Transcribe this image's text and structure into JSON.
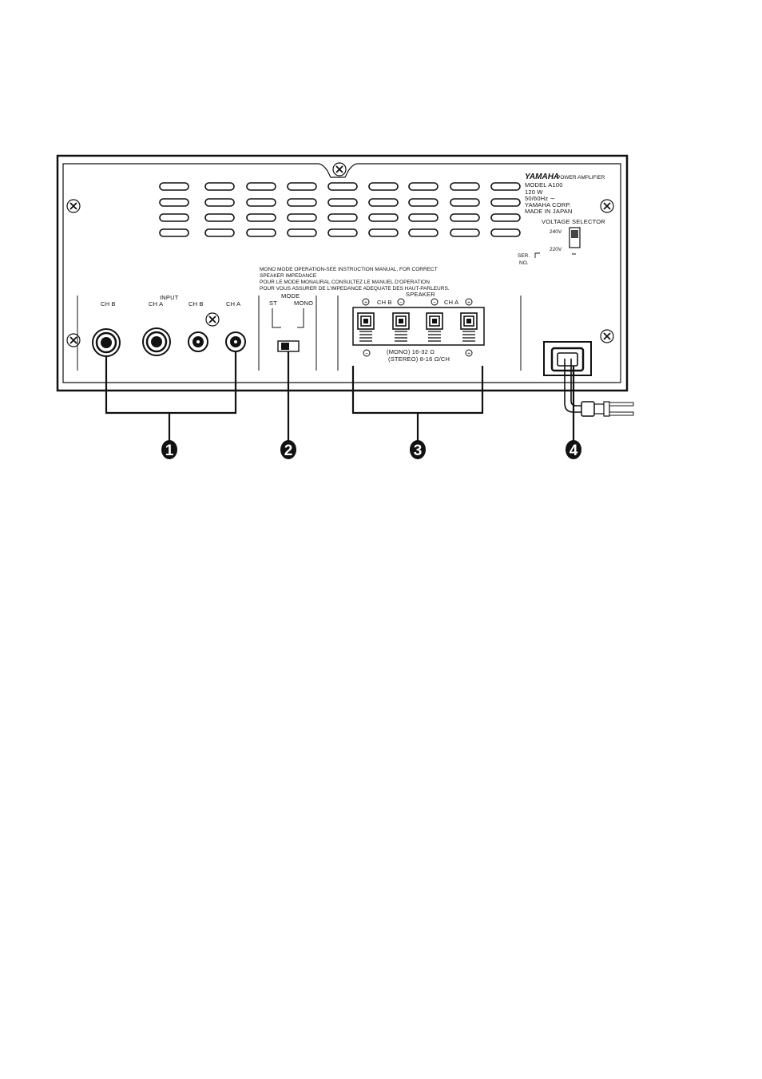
{
  "panel": {
    "brand": "YAMAHA",
    "product": "POWER AMPLIFIER",
    "model": "MODEL  A100",
    "power": "120 W",
    "frequency": "50/60Hz ∼",
    "maker": "YAMAHA CORP.",
    "origin": "MADE IN JAPAN",
    "voltage_selector_label": "VOLTAGE SELECTOR",
    "voltage_options": [
      "240V",
      "220V"
    ],
    "serial_label_1": "SER.",
    "serial_label_2": "NO."
  },
  "notice": {
    "line1": "MONO MODE OPERATION-SEE INSTRUCTION MANUAL, FOR CORRECT",
    "line2": "SPEAKER IMPEDANCE",
    "line3": "POUR LE MODE MONAURAL CONSULTEZ LE MANUEL D'OPERATION",
    "line4": "POUR VOUS ASSURER DE L'IMPEDANCE ADEQUATE DES HAUT-PARLEURS."
  },
  "input": {
    "title": "INPUT",
    "labels": [
      "CH B",
      "CH A",
      "CH B",
      "CH A"
    ]
  },
  "mode": {
    "title": "MODE",
    "left": "ST",
    "right": "MONO"
  },
  "speaker": {
    "title": "SPEAKER",
    "ch_b": "CH B",
    "ch_a": "CH A",
    "plus": "+",
    "minus": "−",
    "mono_spec": "(MONO)  16-32 Ω",
    "stereo_spec": "(STEREO)  8-16 Ω/CH"
  },
  "callouts": [
    "1",
    "2",
    "3",
    "4"
  ]
}
